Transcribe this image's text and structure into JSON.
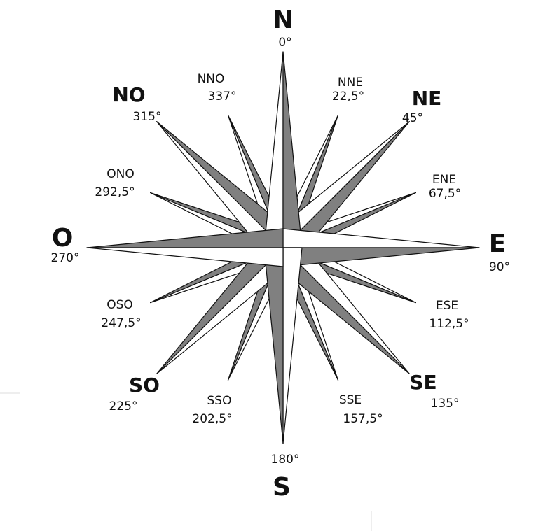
{
  "colors": {
    "dark_face": "#808080",
    "light_face": "#ffffff",
    "outline": "#111111",
    "text": "#111111"
  },
  "points": [
    {
      "id": "n",
      "label": "N",
      "degree": "0°",
      "rank": "cardinal"
    },
    {
      "id": "nne",
      "label": "NNE",
      "degree": "22,5°",
      "rank": "minor"
    },
    {
      "id": "ne",
      "label": "NE",
      "degree": "45°",
      "rank": "intercardinal"
    },
    {
      "id": "ene",
      "label": "ENE",
      "degree": "67,5°",
      "rank": "minor"
    },
    {
      "id": "e",
      "label": "E",
      "degree": "90°",
      "rank": "cardinal"
    },
    {
      "id": "ese",
      "label": "ESE",
      "degree": "112,5°",
      "rank": "minor"
    },
    {
      "id": "se",
      "label": "SE",
      "degree": "135°",
      "rank": "intercardinal"
    },
    {
      "id": "sse",
      "label": "SSE",
      "degree": "157,5°",
      "rank": "minor"
    },
    {
      "id": "s",
      "label": "S",
      "degree": "180°",
      "rank": "cardinal"
    },
    {
      "id": "sso",
      "label": "SSO",
      "degree": "202,5°",
      "rank": "minor"
    },
    {
      "id": "so",
      "label": "SO",
      "degree": "225°",
      "rank": "intercardinal"
    },
    {
      "id": "oso",
      "label": "OSO",
      "degree": "247,5°",
      "rank": "minor"
    },
    {
      "id": "o",
      "label": "O",
      "degree": "270°",
      "rank": "cardinal"
    },
    {
      "id": "ono",
      "label": "ONO",
      "degree": "292,5°",
      "rank": "minor"
    },
    {
      "id": "no",
      "label": "NO",
      "degree": "315°",
      "rank": "intercardinal"
    },
    {
      "id": "nno",
      "label": "NNO",
      "degree": "337°",
      "rank": "minor"
    }
  ]
}
